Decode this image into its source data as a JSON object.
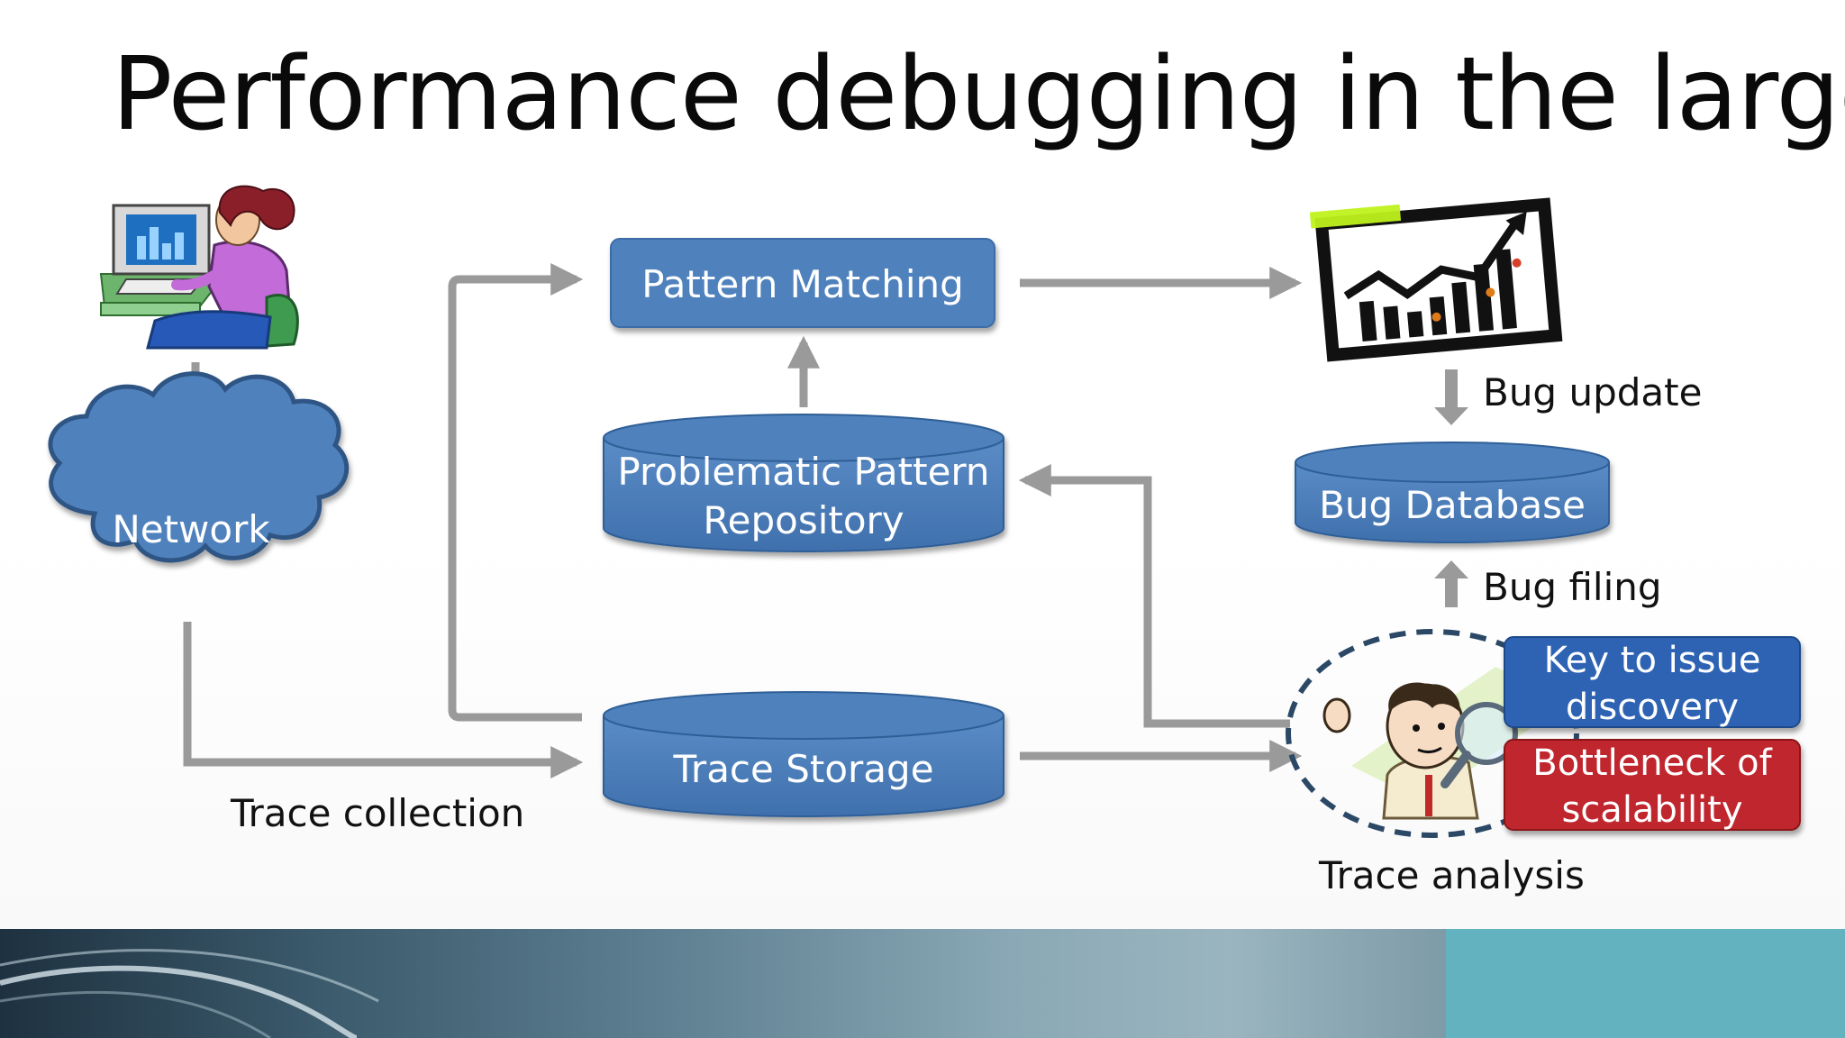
{
  "slide": {
    "title": "Performance debugging in the large"
  },
  "diagram": {
    "nodes": {
      "network": "Network",
      "pattern_matching": "Pattern Matching",
      "repository_line1": "Problematic Pattern",
      "repository_line2": "Repository",
      "trace_storage": "Trace Storage",
      "bug_database": "Bug Database",
      "key_issue_line1": "Key to issue",
      "key_issue_line2": "discovery",
      "bottleneck_line1": "Bottleneck of",
      "bottleneck_line2": "scalability"
    },
    "labels": {
      "trace_collection": "Trace collection",
      "bug_update": "Bug update",
      "bug_filing": "Bug filing",
      "trace_analysis": "Trace analysis"
    },
    "icons": [
      "user-at-computer-icon",
      "network-cloud-icon",
      "bug-trend-chart-icon",
      "analyst-magnifier-icon"
    ]
  },
  "colors": {
    "node_blue": "#4f81bd",
    "node_blue_dark": "#2e5b93",
    "node_red": "#c0282d",
    "arrow_gray": "#9a9a9a",
    "footer_teal": "#63b2c0"
  }
}
